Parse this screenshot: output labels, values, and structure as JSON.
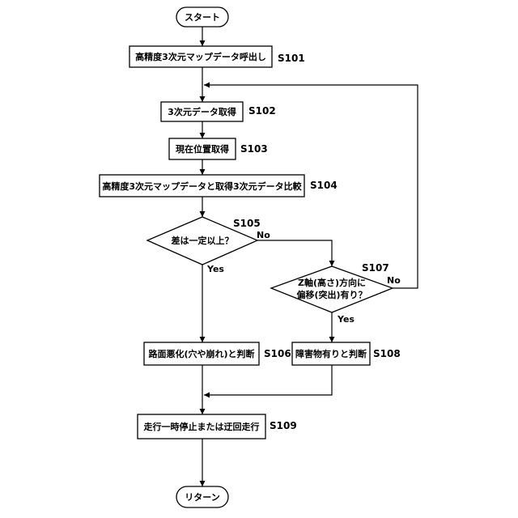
{
  "flowchart": {
    "start": "スタート",
    "end": "リターン",
    "steps": [
      {
        "id": "s101",
        "text": "高精度3次元マップデータ呼出し",
        "label": "S101"
      },
      {
        "id": "s102",
        "text": "3次元データ取得",
        "label": "S102"
      },
      {
        "id": "s103",
        "text": "現在位置取得",
        "label": "S103"
      },
      {
        "id": "s104",
        "text": "高精度3次元マップデータと取得3次元データ比較",
        "label": "S104"
      },
      {
        "id": "s106",
        "text": "路面悪化(穴や崩れ)と判断",
        "label": "S106"
      },
      {
        "id": "s108",
        "text": "障害物有りと判断",
        "label": "S108"
      },
      {
        "id": "s109",
        "text": "走行一時停止または迂回走行",
        "label": "S109"
      }
    ],
    "decisions": [
      {
        "id": "s105",
        "text": "差は一定以上？",
        "label": "S105",
        "yes": "Yes",
        "no": "No"
      },
      {
        "id": "s107",
        "text_line1": "Z軸(高さ)方向に",
        "text_line2": "偏移(突出)有り？",
        "label": "S107",
        "yes": "Yes",
        "no": "No"
      }
    ]
  }
}
